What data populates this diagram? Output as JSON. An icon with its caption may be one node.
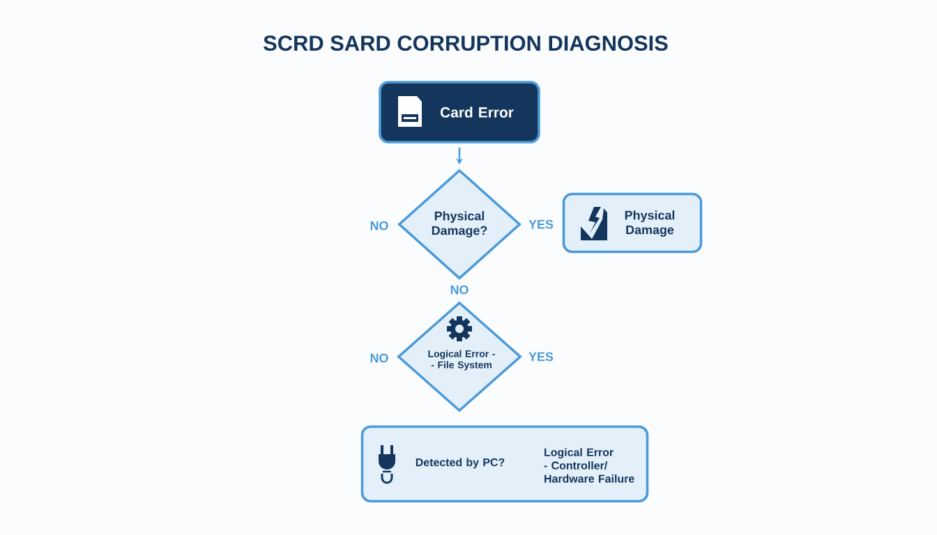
{
  "diagram": {
    "title": "SCRD SARD CORRUPTION DIAGNOSIS",
    "nodes": [
      {
        "text": [
          "Card Error"
        ]
      },
      {
        "text": [
          "Physical Damage?"
        ]
      },
      {
        "text": [
          "Physical Damage"
        ]
      },
      {
        "text": [
          "Logical Error - - File System"
        ]
      },
      {
        "text": [
          "Detected by PC?",
          "Logical Error - Controller/ Hardware Failure"
        ]
      }
    ],
    "edges": [
      {
        "from": 0,
        "to": 1,
        "arrow": "to"
      }
    ],
    "labels": [
      "NO",
      "YES",
      "NO",
      "NO",
      "YES"
    ]
  }
}
